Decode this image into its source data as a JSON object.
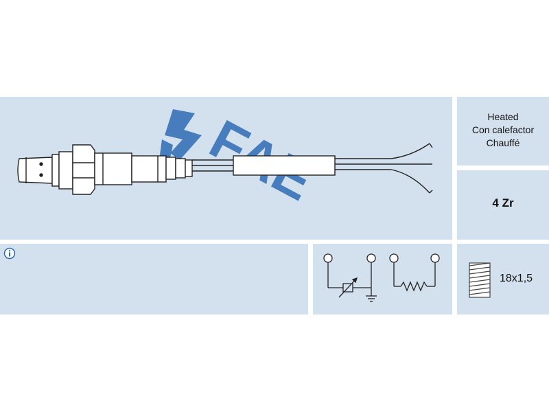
{
  "brand": {
    "logo_text": "FAE",
    "logo_color": "#2f6cb5"
  },
  "heated_cell": {
    "lines": [
      "Heated",
      "Con calefactor",
      "Chauffé"
    ]
  },
  "connector_cell": {
    "value": "4 Zr"
  },
  "thread_cell": {
    "value": "18x1,5"
  },
  "icons": {
    "info": "info-icon",
    "circuit": "sensor-heater-circuit-icon",
    "thread": "thread-icon"
  },
  "colors": {
    "panel": "#d3e0ee",
    "background": "#ffffff",
    "logo": "#2f6cb5"
  }
}
